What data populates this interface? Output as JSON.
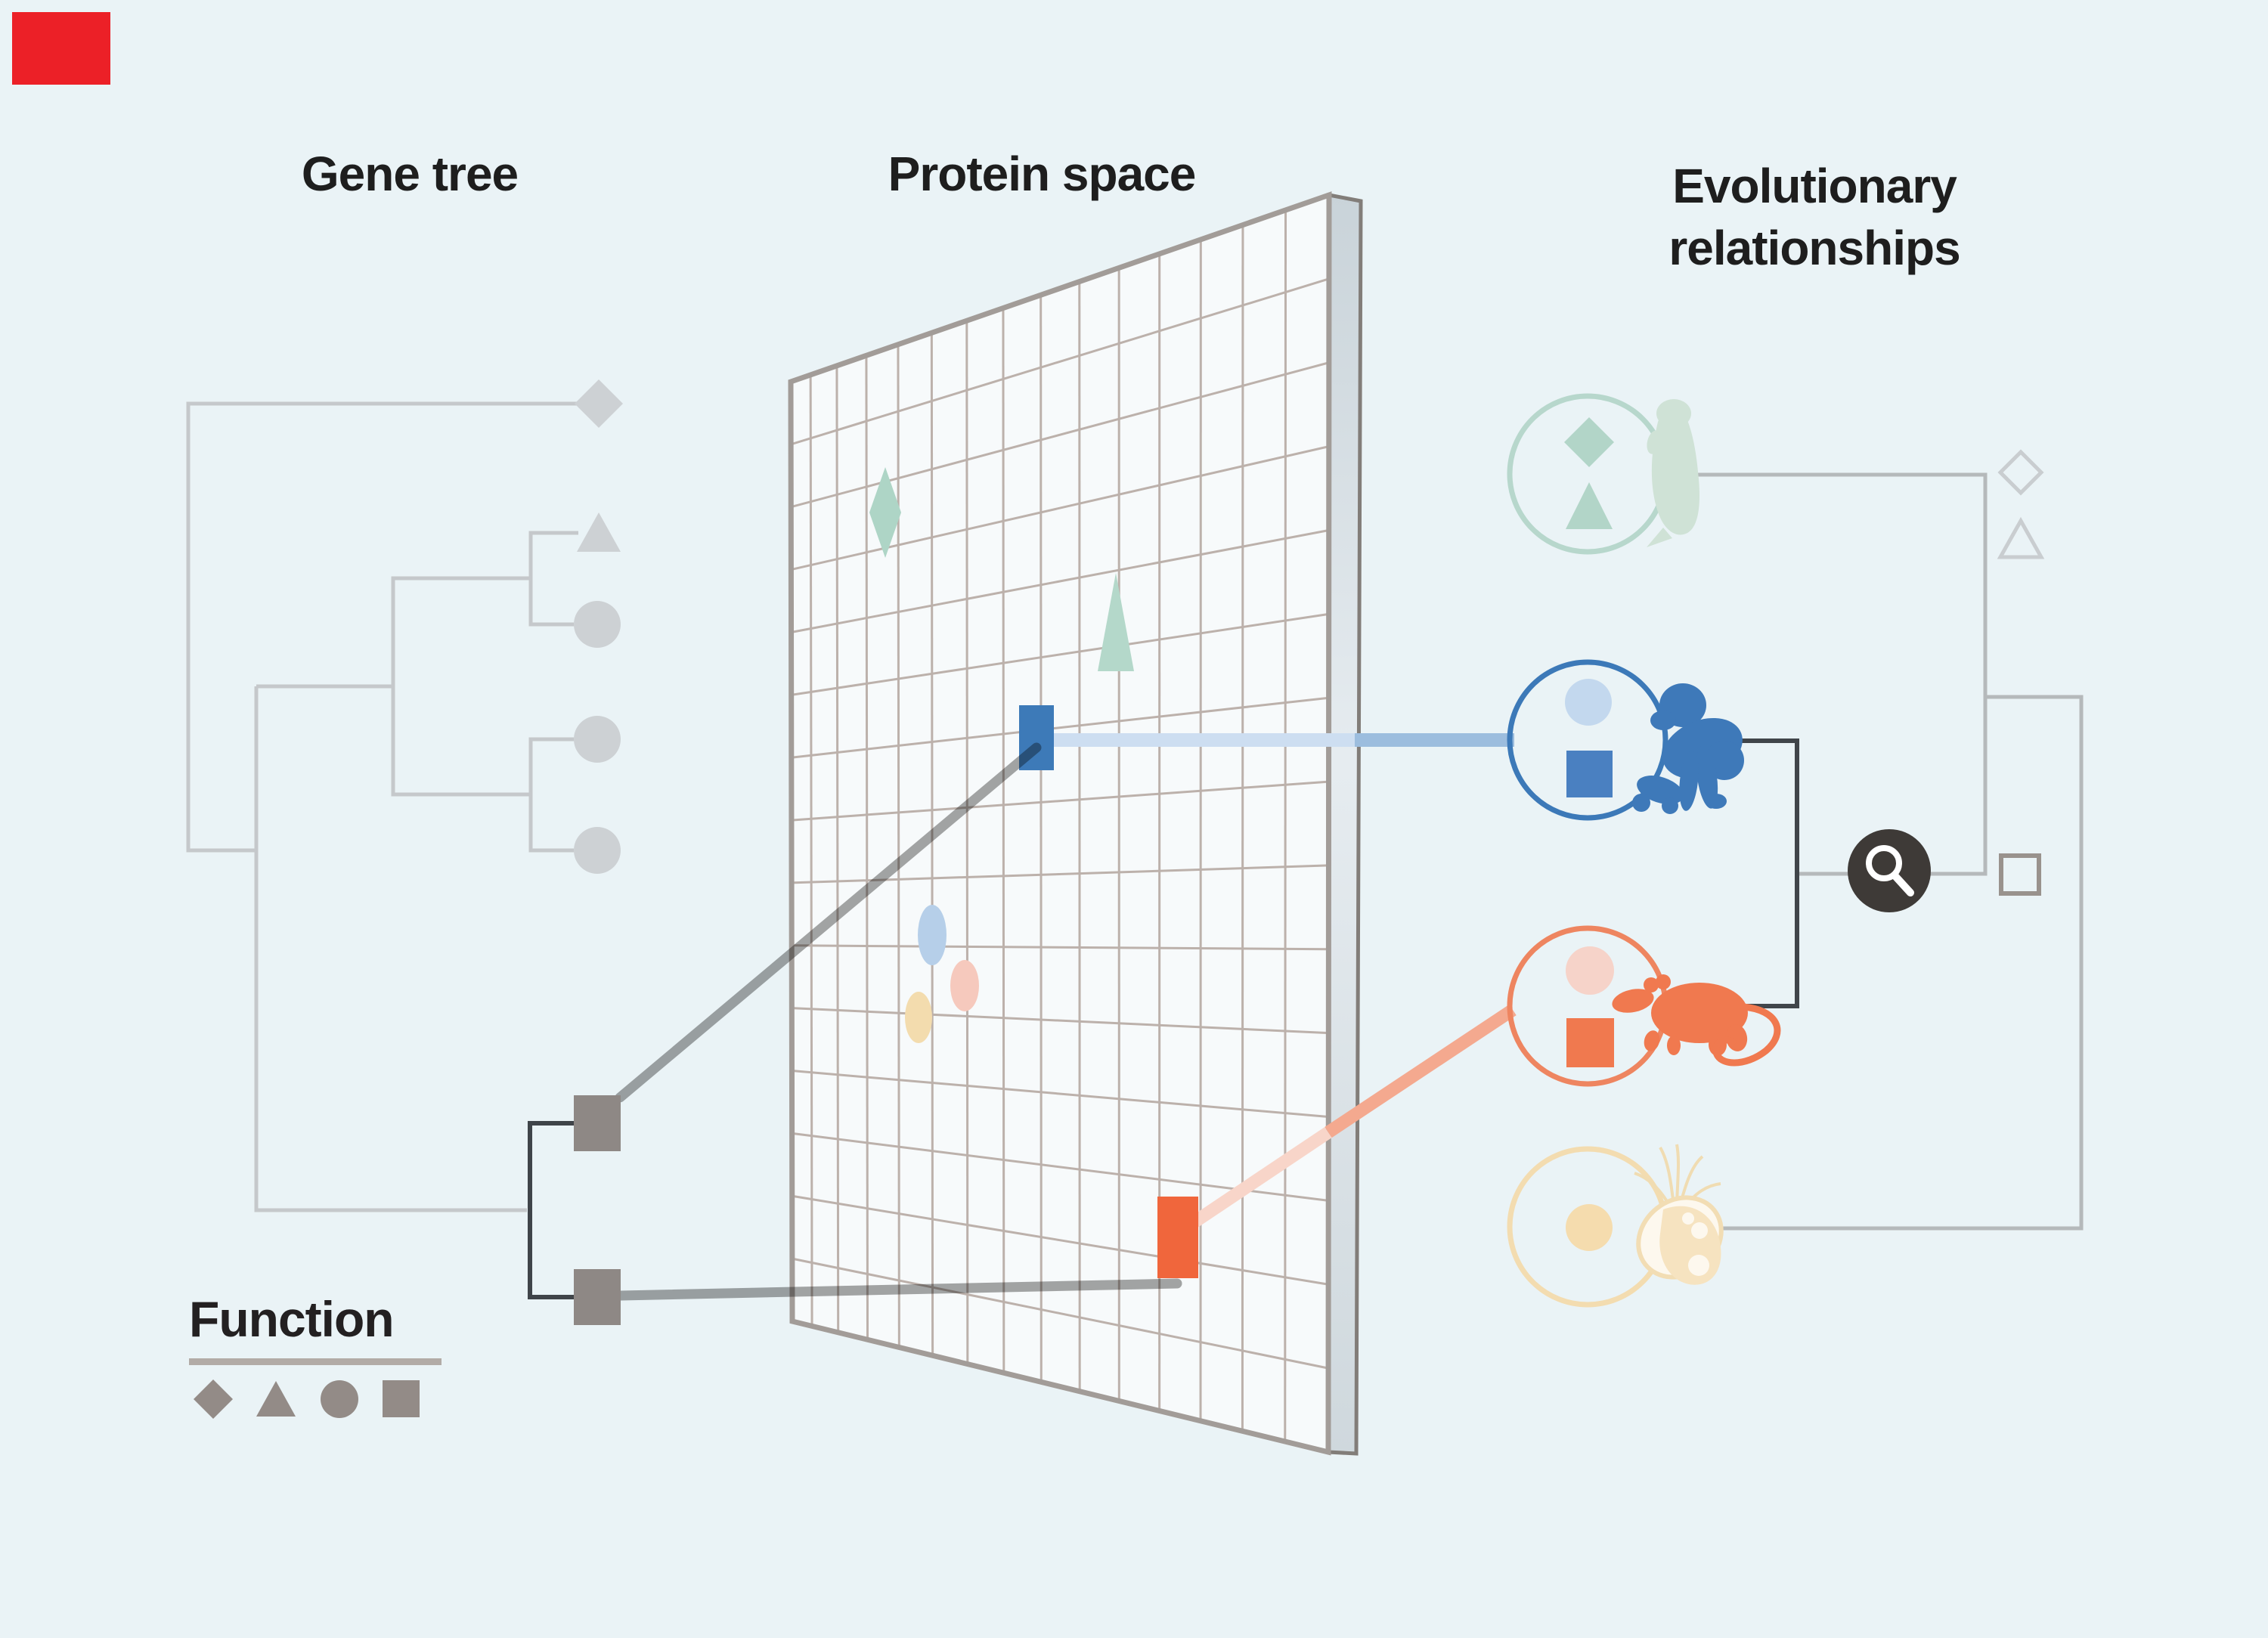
{
  "titles": {
    "gene_tree": "Gene tree",
    "protein_space": "Protein space",
    "evolutionary_line1": "Evolutionary",
    "evolutionary_line2": "relationships"
  },
  "legend": {
    "label": "Function",
    "shapes": [
      "diamond",
      "triangle",
      "circle",
      "square"
    ],
    "shape_color": "#938b87"
  },
  "gene_tree": {
    "leaves": [
      {
        "shape": "diamond",
        "color": "#cdd1d4"
      },
      {
        "shape": "triangle",
        "color": "#cdd1d4"
      },
      {
        "shape": "circle",
        "color": "#cdd1d4"
      },
      {
        "shape": "circle",
        "color": "#cdd1d4"
      },
      {
        "shape": "circle",
        "color": "#cdd1d4"
      },
      {
        "shape": "square",
        "color": "#8e8885"
      },
      {
        "shape": "square",
        "color": "#8e8885"
      }
    ],
    "highlight_clade": [
      "square",
      "square"
    ]
  },
  "protein_space": {
    "points": [
      {
        "shape": "diamond",
        "color": "#aed5c6"
      },
      {
        "shape": "triangle",
        "color": "#b4d8ca"
      },
      {
        "shape": "square",
        "color": "#3d7ab8"
      },
      {
        "shape": "square",
        "color": "#f0663c"
      },
      {
        "shape": "faded-circle",
        "color": "#b6cfe9"
      },
      {
        "shape": "faded-circle",
        "color": "#f6c9bd"
      },
      {
        "shape": "faded-circle",
        "color": "#f3dcae"
      }
    ],
    "grid": {
      "columns": 15,
      "rows": 15
    }
  },
  "evolutionary_relationships": {
    "lineages": [
      {
        "organism": "lamprey",
        "functions": [
          "diamond",
          "triangle"
        ],
        "color": "#b7d7cc"
      },
      {
        "organism": "chimpanzee",
        "functions": [
          "circle",
          "square"
        ],
        "color": "#3c79b8"
      },
      {
        "organism": "rat",
        "functions": [
          "circle",
          "square"
        ],
        "color": "#ee8560"
      },
      {
        "organism": "protist",
        "functions": [
          "circle"
        ],
        "color": "#f3dcb0"
      }
    ],
    "outgroup_shapes": [
      "diamond",
      "triangle",
      "square"
    ],
    "has_magnifier": true
  },
  "colors": {
    "background": "#eaf3f6",
    "panel_face": "#f7fafb",
    "grid_line": "#bcb1ab",
    "tree_line": "#c5c8cb",
    "dark_bracket": "#3f4449",
    "blue": "#3d7ab8",
    "blue_band_pale": "#cddef1",
    "blue_band_strong": "#9cbdde",
    "orange": "#f0663c",
    "salmon_band_pale": "#f8d5c9",
    "salmon_band_strong": "#f4a98f",
    "teal": "#aed5c6",
    "yellow": "#f3dcb0",
    "gray_connector": "#a6a6a6",
    "magnifier": "#3e3a37",
    "red_marker": "#ec2027"
  }
}
